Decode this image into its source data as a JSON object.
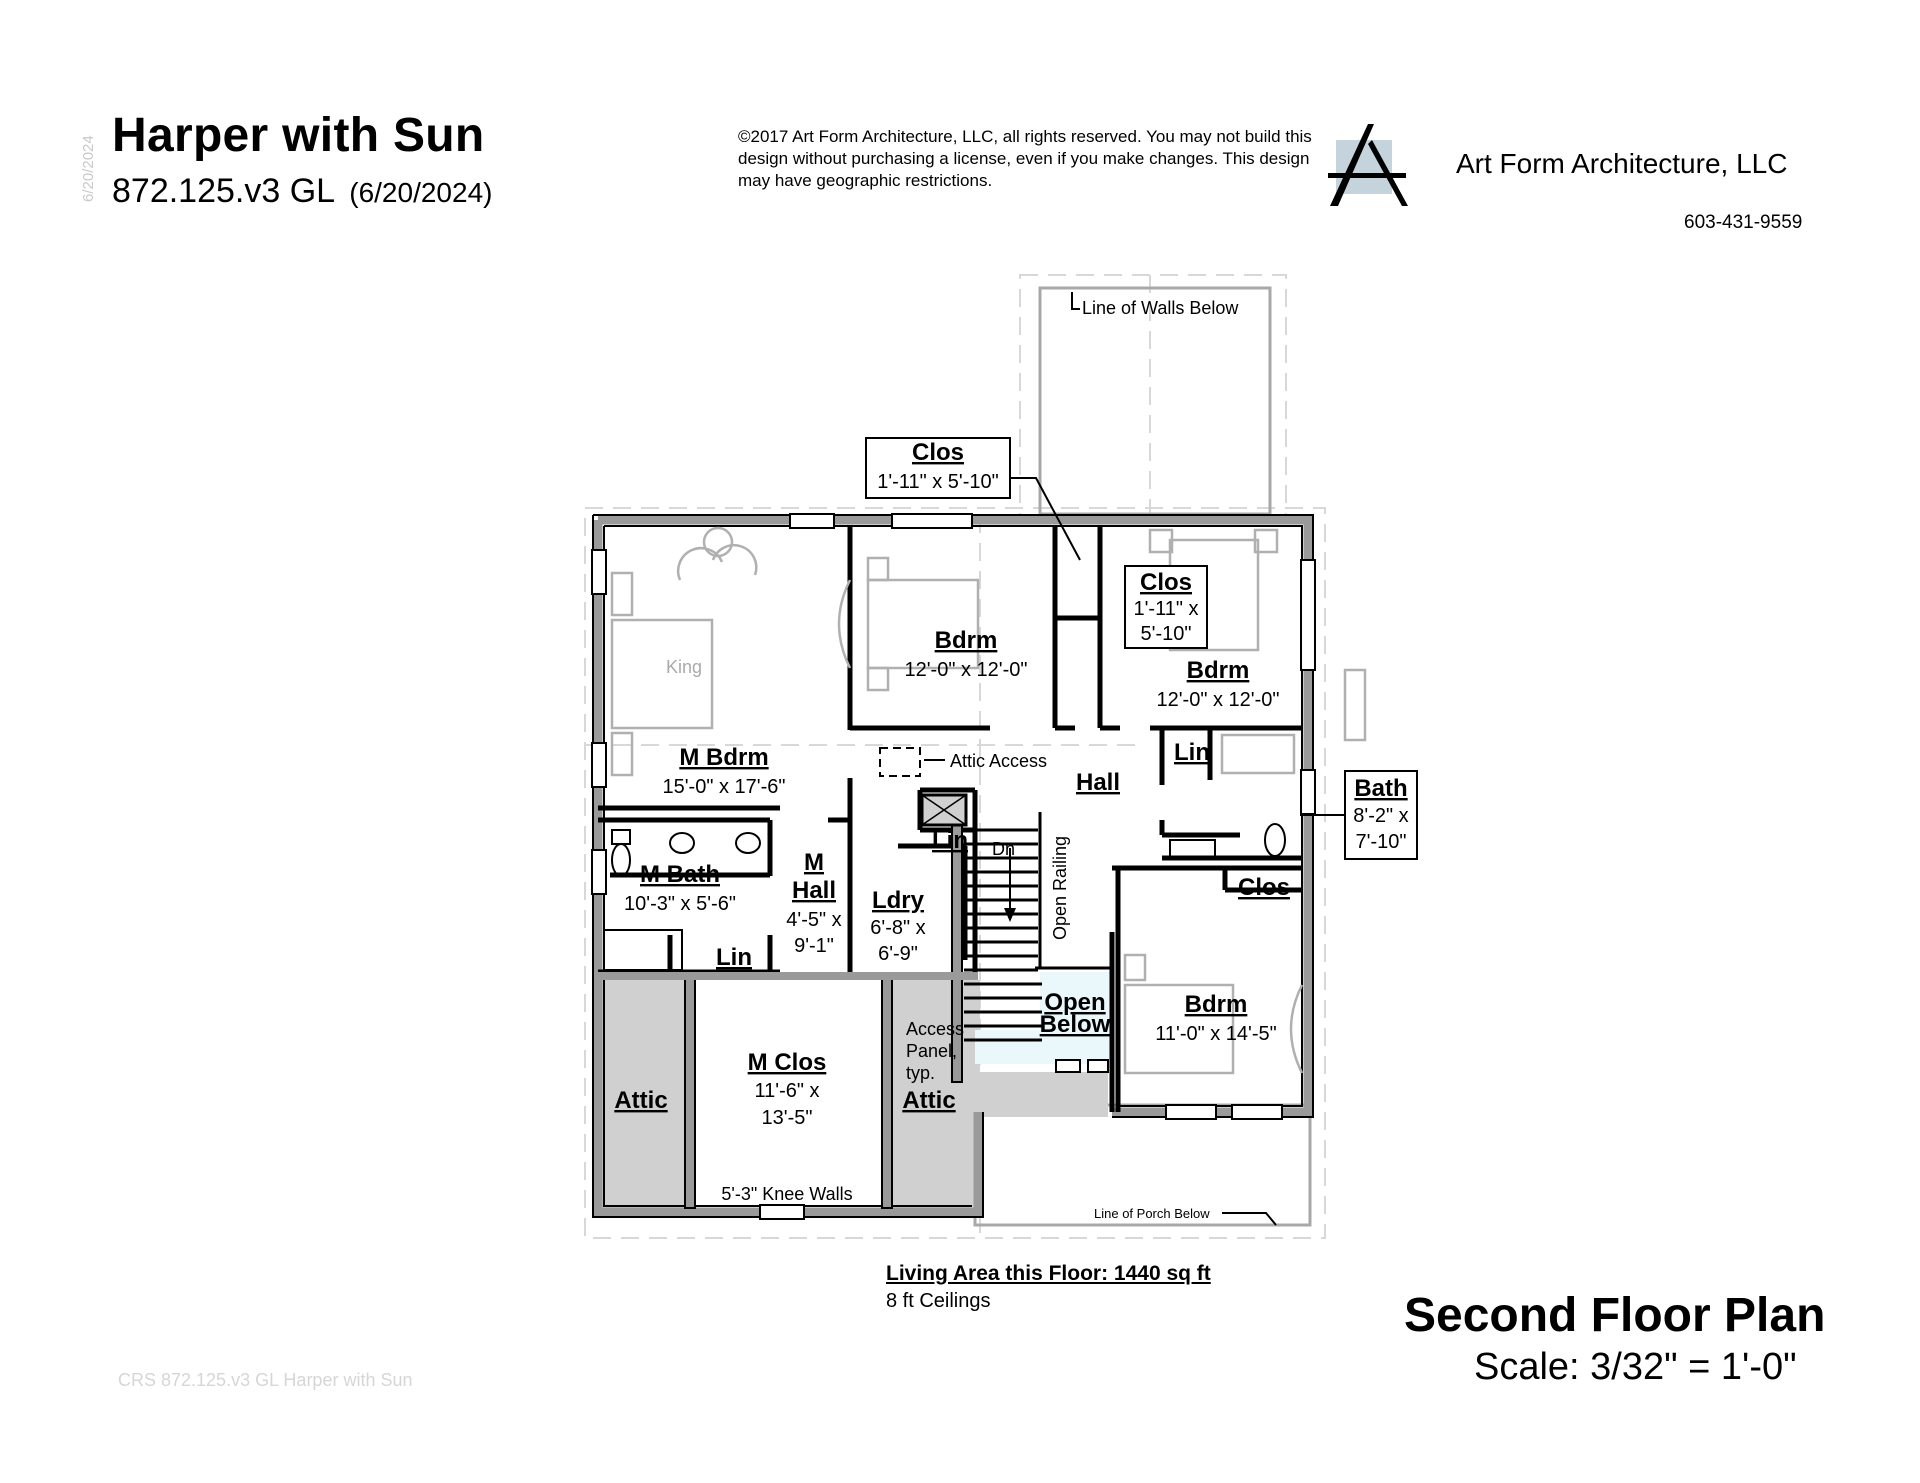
{
  "header": {
    "side_date": "6/20/2024",
    "title": "Harper with Sun",
    "plan_code": "872.125.v3 GL",
    "plan_date": "(6/20/2024)",
    "copyright": "©2017 Art Form Architecture, LLC, all rights reserved. You may not build this design without purchasing a license, even if you make changes. This design may have geographic restrictions.",
    "company": "Art Form Architecture, LLC",
    "phone": "603-431-9559",
    "logo_icon": "a-frame-logo-icon",
    "logo_accent": "#c5d3dc"
  },
  "plan": {
    "wall_color": "#9a9a9a",
    "attic_fill": "#d0d0d0",
    "open_below_fill": "#eaf8fb",
    "rooms": {
      "m_bdrm": {
        "label": "M Bdrm",
        "dims": "15'-0\" x 17'-6\""
      },
      "bdrm_front_left": {
        "label": "Bdrm",
        "dims": "12'-0\" x 12'-0\""
      },
      "bdrm_front_right": {
        "label": "Bdrm",
        "dims": "12'-0\" x 12'-0\""
      },
      "bdrm_rear": {
        "label": "Bdrm",
        "dims": "11'-0\" x 14'-5\""
      },
      "hall": {
        "label": "Hall"
      },
      "m_bath": {
        "label": "M Bath",
        "dims": "10'-3\" x 5'-6\""
      },
      "m_hall": {
        "label1": "M",
        "label2": "Hall",
        "dims1": "4'-5\" x",
        "dims2": "9'-1\""
      },
      "ldry": {
        "label": "Ldry",
        "dims1": "6'-8\" x",
        "dims2": "6'-9\""
      },
      "m_clos": {
        "label": "M Clos",
        "dims1": "11'-6\" x",
        "dims2": "13'-5\""
      },
      "attic_left": {
        "label": "Attic"
      },
      "attic_right": {
        "label": "Attic"
      },
      "lin_mbath": {
        "label": "Lin"
      },
      "lin_ldry": {
        "label": "Lin"
      },
      "lin_bath": {
        "label": "Lin"
      },
      "clos_rear": {
        "label": "Clos"
      },
      "open_below": {
        "label1": "Open",
        "label2": "Below"
      }
    },
    "callouts": {
      "clos_top": {
        "label": "Clos",
        "dims": "1'-11\" x 5'-10\""
      },
      "clos_right": {
        "label": "Clos",
        "dims1": "1'-11\" x",
        "dims2": "5'-10\""
      },
      "bath": {
        "label": "Bath",
        "dims1": "8'-2\" x",
        "dims2": "7'-10\""
      }
    },
    "notes": {
      "line_walls_below": "Line of Walls Below",
      "attic_access": "Attic Access",
      "king": "King",
      "dn": "Dn",
      "open_railing": "Open Railing",
      "access_panel_1": "Access",
      "access_panel_2": "Panel,",
      "access_panel_3": "typ.",
      "knee_walls": "5'-3\" Knee Walls",
      "line_porch_below": "Line of Porch Below"
    }
  },
  "footer": {
    "living_area": "Living Area this Floor: 1440 sq ft",
    "ceilings": "8 ft Ceilings",
    "sheet_title": "Second Floor Plan",
    "scale": "Scale: 3/32\" = 1'-0\"",
    "watermark": "CRS 872.125.v3 GL Harper with Sun"
  }
}
